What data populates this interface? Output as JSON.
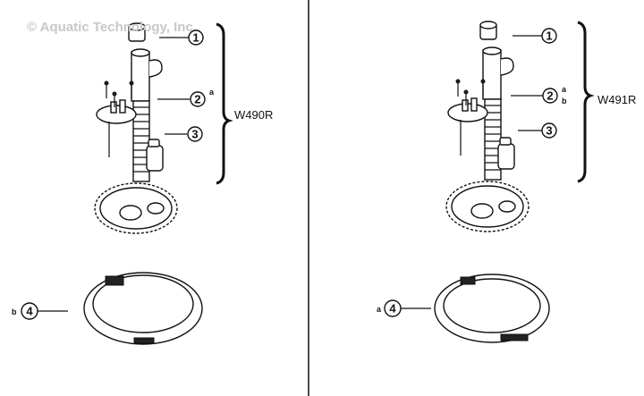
{
  "watermark": "© Aquatic Technology, Inc.",
  "left_panel": {
    "model": "W490R",
    "callouts": [
      {
        "number": "1",
        "suffix": ""
      },
      {
        "number": "2",
        "suffix": "a"
      },
      {
        "number": "3",
        "suffix": ""
      }
    ],
    "ring_callout": {
      "number": "4",
      "prefix": "b"
    }
  },
  "right_panel": {
    "model": "W491R",
    "callouts": [
      {
        "number": "1",
        "suffix": ""
      },
      {
        "number": "2",
        "suffix_top": "a",
        "suffix_bottom": "b"
      },
      {
        "number": "3",
        "suffix": ""
      }
    ],
    "ring_callout": {
      "number": "4",
      "prefix": "a"
    }
  }
}
